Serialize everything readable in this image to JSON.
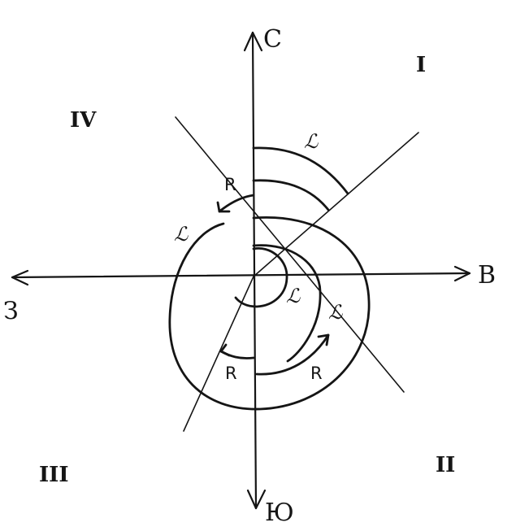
{
  "axes": {
    "north": "C",
    "east": "B",
    "south": "Ю",
    "west": "З"
  },
  "quadrants": [
    "I",
    "II",
    "III",
    "IV"
  ],
  "angle_symbol": "ℒ",
  "rotation_symbol": "R"
}
